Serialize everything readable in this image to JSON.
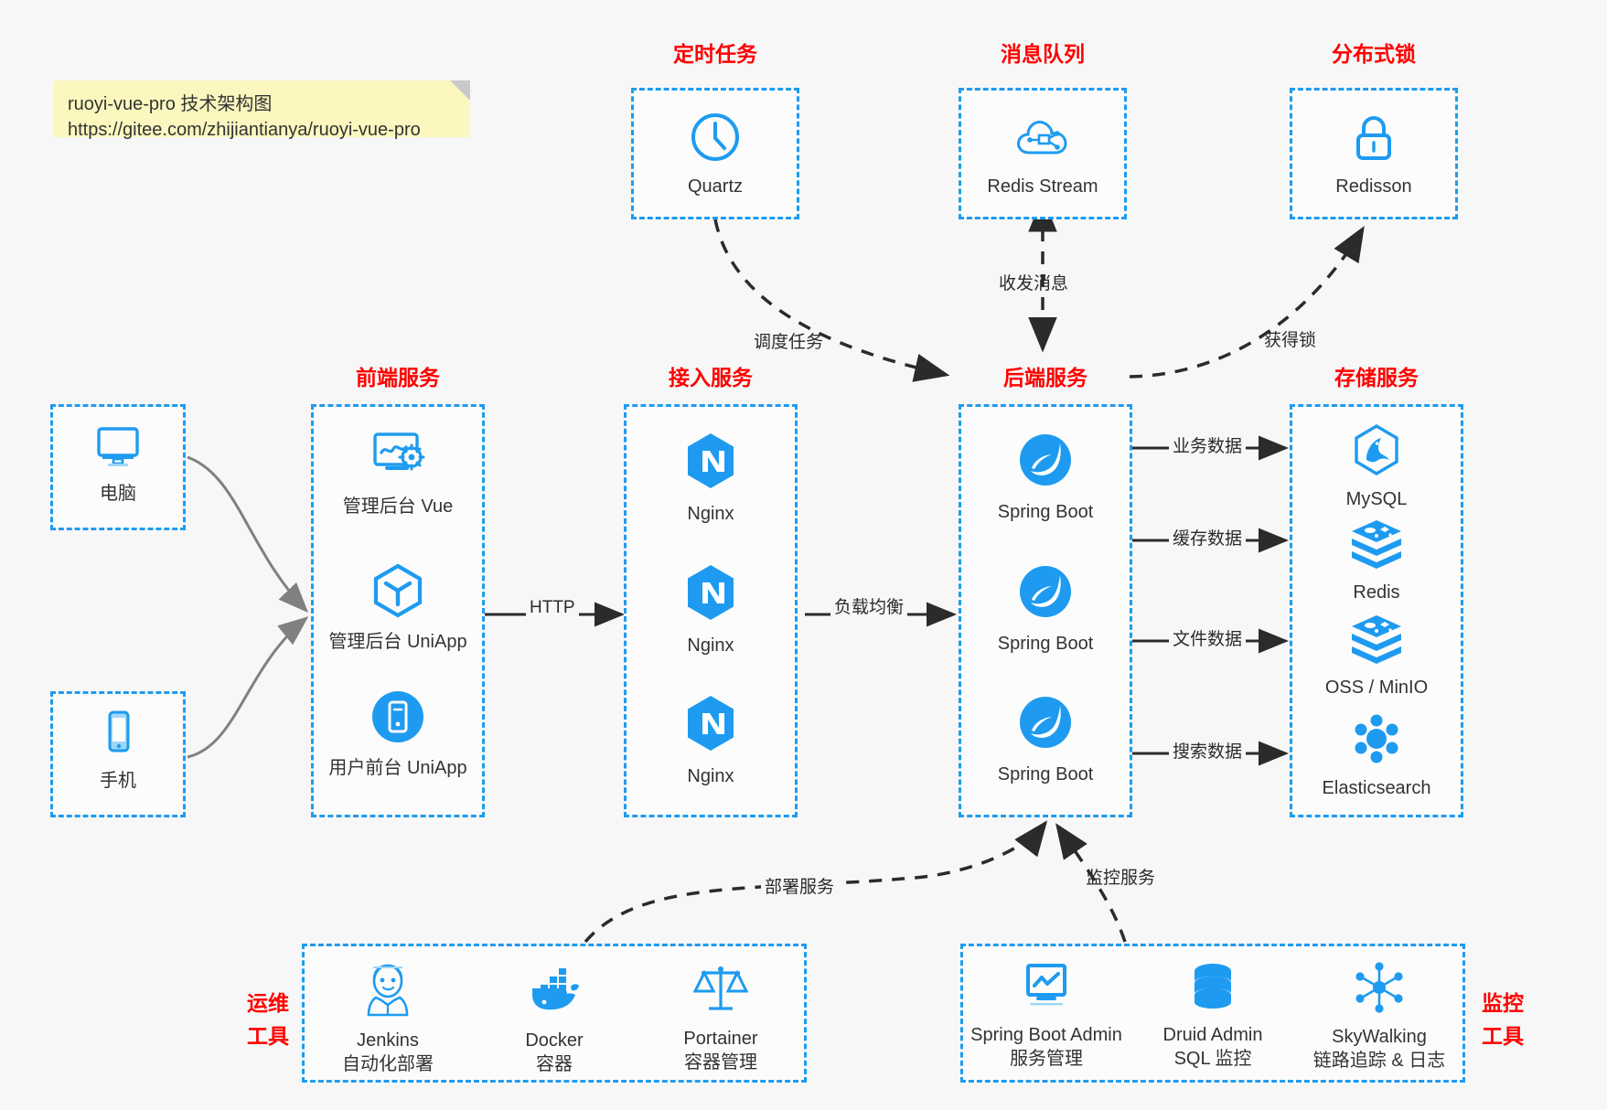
{
  "note": {
    "line1": "ruoyi-vue-pro 技术架构图",
    "line2": "https://gitee.com/zhijiantianya/ruoyi-vue-pro"
  },
  "groups": {
    "scheduler": {
      "label": "定时任务",
      "nodes": [
        {
          "icon": "clock-icon",
          "caption": "Quartz"
        }
      ]
    },
    "mq": {
      "label": "消息队列",
      "nodes": [
        {
          "icon": "cloud-stream-icon",
          "caption": "Redis Stream"
        }
      ]
    },
    "lock": {
      "label": "分布式锁",
      "nodes": [
        {
          "icon": "lock-icon",
          "caption": "Redisson"
        }
      ]
    },
    "clients": {
      "label": "",
      "nodes": [
        {
          "icon": "monitor-icon",
          "caption": "电脑"
        },
        {
          "icon": "phone-icon",
          "caption": "手机"
        }
      ]
    },
    "frontend": {
      "label": "前端服务",
      "nodes": [
        {
          "icon": "dashboard-gear-icon",
          "caption": "管理后台 Vue"
        },
        {
          "icon": "uniapp-hex-icon",
          "caption": "管理后台 UniApp"
        },
        {
          "icon": "mobile-circle-icon",
          "caption": "用户前台 UniApp"
        }
      ]
    },
    "gateway": {
      "label": "接入服务",
      "nodes": [
        {
          "icon": "nginx-icon",
          "caption": "Nginx"
        },
        {
          "icon": "nginx-icon",
          "caption": "Nginx"
        },
        {
          "icon": "nginx-icon",
          "caption": "Nginx"
        }
      ]
    },
    "backend": {
      "label": "后端服务",
      "nodes": [
        {
          "icon": "spring-boot-icon",
          "caption": "Spring Boot"
        },
        {
          "icon": "spring-boot-icon",
          "caption": "Spring Boot"
        },
        {
          "icon": "spring-boot-icon",
          "caption": "Spring Boot"
        }
      ]
    },
    "storage": {
      "label": "存储服务",
      "nodes": [
        {
          "icon": "mysql-icon",
          "caption": "MySQL"
        },
        {
          "icon": "redis-icon",
          "caption": "Redis"
        },
        {
          "icon": "oss-icon",
          "caption": "OSS / MinIO"
        },
        {
          "icon": "elasticsearch-icon",
          "caption": "Elasticsearch"
        }
      ]
    },
    "devops": {
      "label": "运维\n工具",
      "label_line1": "运维",
      "label_line2": "工具",
      "nodes": [
        {
          "icon": "jenkins-icon",
          "caption": "Jenkins",
          "caption2": "自动化部署"
        },
        {
          "icon": "docker-icon",
          "caption": "Docker",
          "caption2": "容器"
        },
        {
          "icon": "portainer-icon",
          "caption": "Portainer",
          "caption2": "容器管理"
        }
      ]
    },
    "monitor": {
      "label_line1": "监控",
      "label_line2": "工具",
      "nodes": [
        {
          "icon": "spring-boot-admin-icon",
          "caption": "Spring Boot Admin",
          "caption2": "服务管理"
        },
        {
          "icon": "druid-db-icon",
          "caption": "Druid Admin",
          "caption2": "SQL 监控"
        },
        {
          "icon": "skywalking-icon",
          "caption": "SkyWalking",
          "caption2": "链路追踪 & 日志"
        }
      ]
    }
  },
  "edges": {
    "http": "HTTP",
    "load_balance": "负载均衡",
    "schedule_task": "调度任务",
    "send_receive_message": "收发消息",
    "acquire_lock": "获得锁",
    "business_data": "业务数据",
    "cache_data": "缓存数据",
    "file_data": "文件数据",
    "search_data": "搜索数据",
    "deploy_service": "部署服务",
    "monitor_service": "监控服务"
  },
  "colors": {
    "accent": "#1e9bf0",
    "label_red": "#ff0000",
    "note_bg": "#fbf7bf",
    "background": "#f7f7f7",
    "arrow": "#2b2b2b",
    "client_arrow": "#808080"
  }
}
